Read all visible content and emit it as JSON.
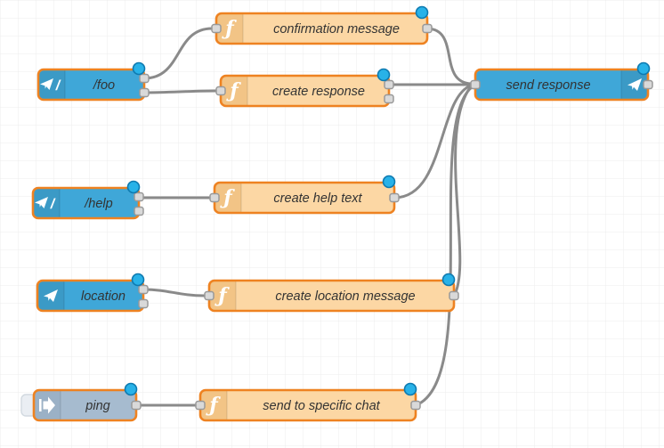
{
  "app": {
    "name": "Node-RED flow editor workspace"
  },
  "colors": {
    "canvas_bg": "#ffffff",
    "grid_line": "#ececec",
    "wire": "#8a8a8a",
    "selected_border": "#ee8221",
    "telegram_fill": "#3fa7d8",
    "telegram_icon_fill": "#3b9ac6",
    "function_fill": "#fcd7a4",
    "function_icon_fill": "#f2c486",
    "inject_fill": "#a6bbcf",
    "inject_icon_fill": "#9bb1c6",
    "label": "#333333",
    "port_fill": "#d9d9d9",
    "port_stroke": "#999999",
    "changed_dot_fill": "#28b2e8",
    "changed_dot_stroke": "#0e7ab0",
    "icon_white": "#ffffff",
    "inject_button_fill": "#eaeef3",
    "inject_button_stroke": "#d2d9e0"
  },
  "icons": {
    "function_glyph": "ƒ",
    "command_slash": "/",
    "paper_plane": "telegram-paper-plane-icon",
    "inject_arrow": "inject-arrow-icon"
  },
  "nodes": [
    {
      "id": 0,
      "type": "function",
      "label": "confirmation message",
      "icon": "function-f-icon",
      "changed": true
    },
    {
      "id": 1,
      "type": "telegram command",
      "label": "/foo",
      "icon": "paper-plane-slash-icon",
      "changed": true
    },
    {
      "id": 2,
      "type": "function",
      "label": "create response",
      "icon": "function-f-icon",
      "changed": true
    },
    {
      "id": 3,
      "type": "telegram sender",
      "label": "send response",
      "icon": "paper-plane-icon",
      "changed": true
    },
    {
      "id": 4,
      "type": "telegram command",
      "label": "/help",
      "icon": "paper-plane-slash-icon",
      "changed": true
    },
    {
      "id": 5,
      "type": "function",
      "label": "create help text",
      "icon": "function-f-icon",
      "changed": true
    },
    {
      "id": 6,
      "type": "telegram receiver",
      "label": "location",
      "icon": "paper-plane-icon",
      "changed": true
    },
    {
      "id": 7,
      "type": "function",
      "label": "create location message",
      "icon": "function-f-icon",
      "changed": true
    },
    {
      "id": 8,
      "type": "inject",
      "label": "ping",
      "icon": "inject-arrow-icon",
      "changed": true,
      "has_button": true
    },
    {
      "id": 9,
      "type": "function",
      "label": "send to specific chat",
      "icon": "function-f-icon",
      "changed": true
    }
  ],
  "wires": [
    {
      "from": "/foo (output 1)",
      "to": "confirmation message"
    },
    {
      "from": "/foo (output 2)",
      "to": "create response"
    },
    {
      "from": "confirmation message",
      "to": "send response"
    },
    {
      "from": "create response (output 1)",
      "to": "send response"
    },
    {
      "from": "/help (output 1)",
      "to": "create help text"
    },
    {
      "from": "create help text",
      "to": "send response"
    },
    {
      "from": "location (output 1)",
      "to": "create location message"
    },
    {
      "from": "create location message",
      "to": "send response"
    },
    {
      "from": "ping",
      "to": "send to specific chat"
    },
    {
      "from": "send to specific chat",
      "to": "send response"
    }
  ]
}
